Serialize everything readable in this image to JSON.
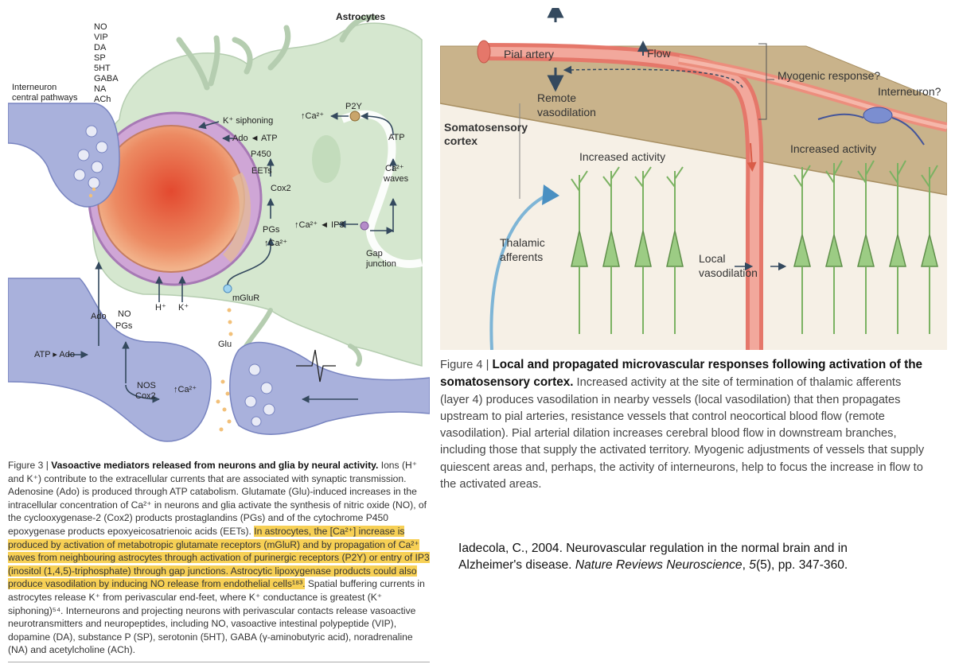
{
  "figure3": {
    "labels": {
      "astrocytes": "Astrocytes",
      "interneuron": "Interneuron",
      "central_pathways": "central pathways",
      "transmitters": [
        "NO",
        "VIP",
        "DA",
        "SP",
        "5HT",
        "GABA",
        "NA",
        "ACh"
      ],
      "k_siphoning": "K⁺ siphoning",
      "ado_atp": "Ado ◄ ATP",
      "p450": "P450",
      "eets": "EETs",
      "cox2": "Cox2",
      "pgs": "PGs",
      "ca_pgs": "↑Ca²⁺",
      "p2y": "P2Y",
      "ca_p2y": "↑Ca²⁺",
      "atp_right": "ATP",
      "ca_waves_1": "Ca²⁺",
      "ca_waves_2": "waves",
      "ca_ip3": "↑Ca²⁺ ◄ IP3",
      "gap_1": "Gap",
      "gap_2": "junction",
      "mglur": "mGluR",
      "h": "H⁺",
      "k": "K⁺",
      "ado": "Ado",
      "no": "NO",
      "pgs_left": "PGs",
      "atp_ado": "ATP ▸ Ado",
      "glu": "Glu",
      "nos": "NOS",
      "cox2_bottom": "Cox2",
      "ca_bottom": "↑Ca²⁺"
    },
    "caption": {
      "prefix": "Figure 3 | ",
      "title": "Vasoactive mediators released from neurons and glia by neural activity.",
      "part1": " Ions (H⁺ and K⁺) contribute to the extracellular currents that are associated with synaptic transmission. Adenosine (Ado) is produced through ATP catabolism. Glutamate (Glu)-induced increases in the intracellular concentration of Ca²⁺ in neurons and glia activate the synthesis of nitric oxide (NO), of the cyclooxygenase-2 (Cox2) products prostaglandins (PGs) and of the cytochrome P450 epoxygenase products epoxyeicosatrienoic acids (EETs). ",
      "highlight": "In astrocytes, the [Ca²⁺] increase is produced by activation of metabotropic glutamate receptors (mGluR) and by propagation of Ca²⁺ waves from neighbouring astrocytes through activation of purinergic receptors (P2Y) or entry of IP3 (inositol (1,4,5)-triphosphate) through gap junctions. Astrocytic lipoxygenase products could also produce vasodilation by inducing NO release from endothelial cells¹⁸³.",
      "part2": " Spatial buffering currents in astrocytes release K⁺ from perivascular end-feet, where K⁺ conductance is greatest (K⁺ siphoning)⁵⁴. Interneurons and projecting neurons with perivascular contacts release vasoactive neurotransmitters and neuropeptides, including NO, vasoactive intestinal polypeptide (VIP), dopamine (DA), substance P (SP), serotonin (5HT), GABA (γ-aminobutyric acid), noradrenaline (NA) and acetylcholine (ACh)."
    }
  },
  "figure4": {
    "labels": {
      "pial_artery": "Pial artery",
      "flow": "Flow",
      "remote_1": "Remote",
      "remote_2": "vasodilation",
      "myogenic": "Myogenic response?",
      "interneuron": "Interneuron?",
      "cortex_1": "Somatosensory",
      "cortex_2": "cortex",
      "activity_left": "Increased activity",
      "activity_right": "Increased activity",
      "thalamic_1": "Thalamic",
      "thalamic_2": "afferents",
      "local_1": "Local",
      "local_2": "vasodilation"
    },
    "caption": {
      "prefix": "Figure 4 | ",
      "title": "Local and propagated microvascular responses following activation of the somatosensory cortex.",
      "body": " Increased activity at the site of termination of thalamic afferents (layer 4) produces vasodilation in nearby vessels (local vasodilation) that then propagates upstream to pial arteries, resistance vessels that control neocortical blood flow (remote vasodilation). Pial arterial dilation increases cerebral blood flow in downstream branches, including those that supply the activated territory. Myogenic adjustments of vessels that supply quiescent areas and, perhaps, the activity of interneurons, help to focus the increase in flow to the activated areas."
    }
  },
  "citation": {
    "authors": "Iadecola, C., 2004. Neurovascular regulation in the normal brain and in Alzheimer's disease. ",
    "journal": "Nature Reviews Neuroscience",
    "rest": ", ",
    "volume": "5",
    "pages": "(5), pp. 347-360."
  },
  "colors": {
    "astrocyte": "#d5e7cf",
    "neuron": "#a9b1dc",
    "vessel_core": "#e0553b",
    "vessel_wall": "#b37ab8",
    "artery": "#ec8e7d",
    "highlight": "#f7d055",
    "pyramidal": "#9ccc84",
    "afferent": "#7eb5d6"
  }
}
